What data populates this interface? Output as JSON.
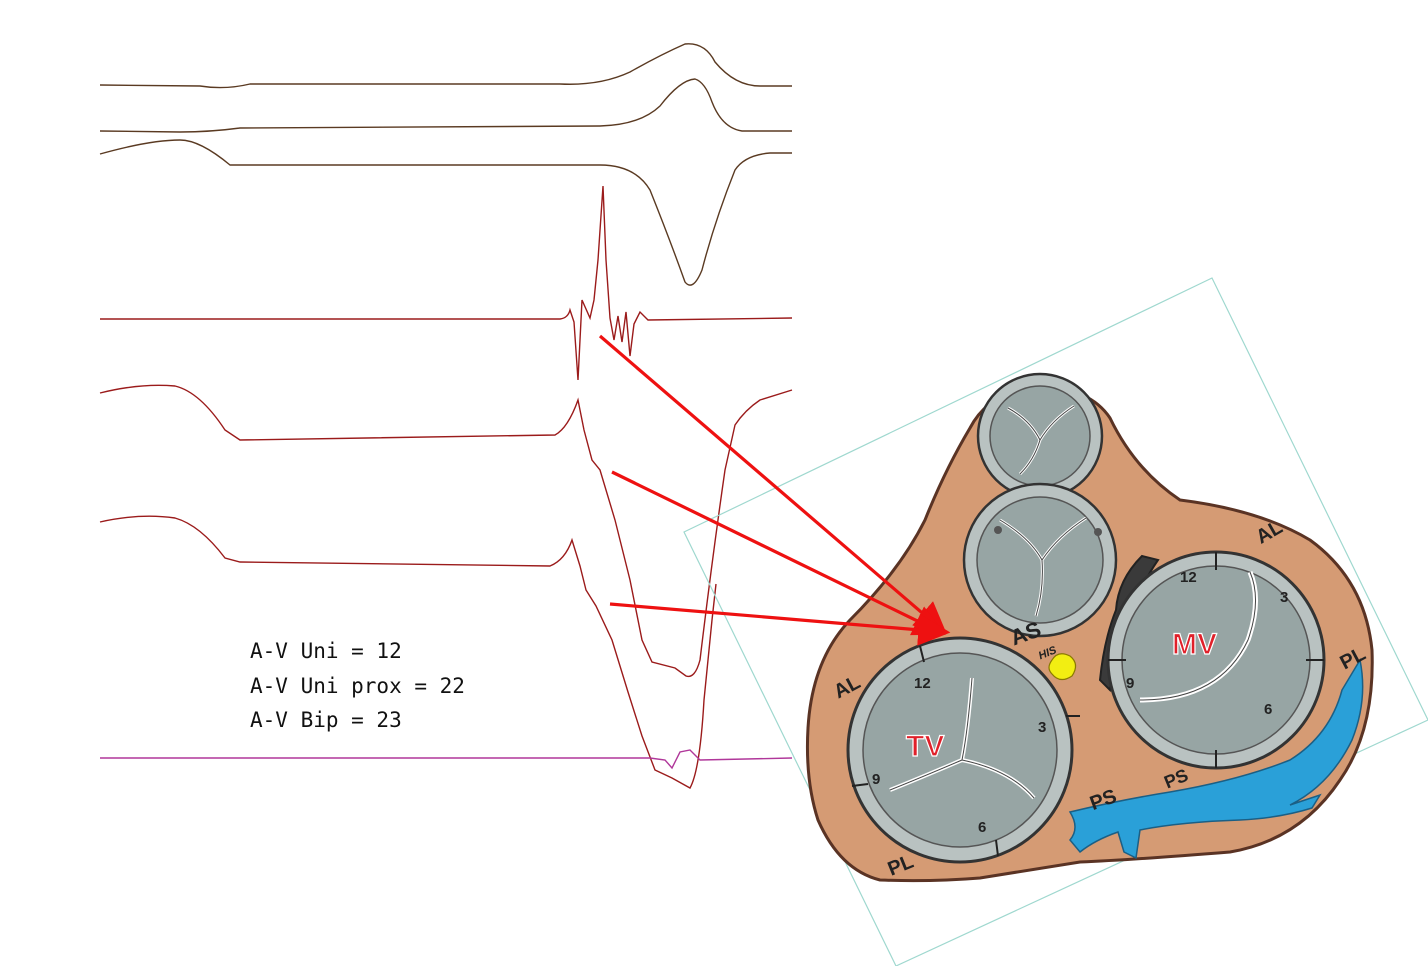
{
  "colors": {
    "trace_top": "#5a3a22",
    "trace_mid": "#9b1b1b",
    "trace_bottom": "#b0379a",
    "arrow": "#ee1111",
    "tissue": "#d59b74",
    "valve_ring": "#b9c2c1",
    "valve_leaflet": "#97a5a4",
    "sinus": "#2aa0d8",
    "mitral_rim": "#3a3a3a",
    "his": "#f2ee12",
    "frame": "#9fd8cf"
  },
  "measurements": [
    "A-V Uni = 12",
    "A-V Uni prox = 22",
    "A-V Bip = 23"
  ],
  "valves": {
    "tricuspid": {
      "label": "TV",
      "clock": [
        "12",
        "3",
        "6",
        "9"
      ]
    },
    "mitral": {
      "label": "MV",
      "clock": [
        "12",
        "3",
        "6",
        "9"
      ]
    }
  },
  "regions": {
    "al_left": "AL",
    "pl_left": "PL",
    "as": "AS",
    "his": "HIS",
    "ps_left": "PS",
    "ps_right": "PS",
    "al_right": "AL",
    "pl_right": "PL"
  }
}
